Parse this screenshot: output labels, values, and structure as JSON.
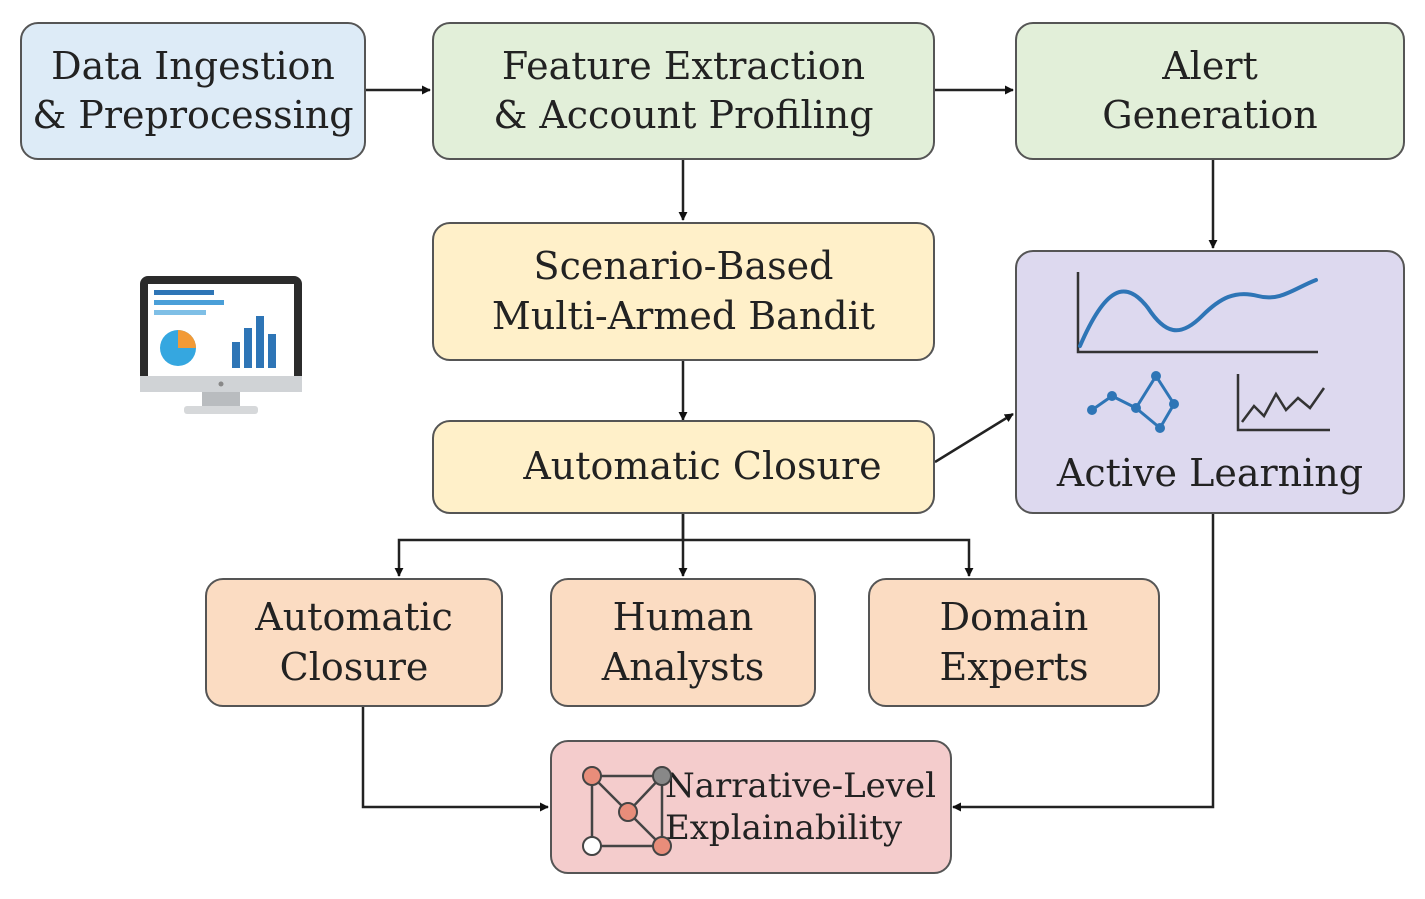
{
  "nodes": {
    "data_ingestion": "Data Ingestion\n& Preprocessing",
    "feature_extraction": "Feature Extraction\n& Account Profiling",
    "alert_generation": "Alert\nGeneration",
    "bandit": "Scenario-Based\nMulti-Armed Bandit",
    "auto_closure_main": "Automatic Closure",
    "active_learning": "Active Learning",
    "auto_closure_branch": "Automatic\nClosure",
    "human_analysts": "Human\nAnalysts",
    "domain_experts": "Domain\nExperts",
    "explainability": "Narrative-Level\nExplainability"
  },
  "icons": {
    "monitor": "monitor-dashboard-icon",
    "line_chart": "line-chart-icon",
    "network": "network-graph-icon",
    "small_chart": "small-line-chart-icon",
    "graph": "node-graph-icon"
  },
  "colors": {
    "blue": "#ddebf7",
    "green": "#e2efd9",
    "yellow": "#fff0c9",
    "orange": "#fbdcc2",
    "purple": "#ddd9ef",
    "pink": "#f4cccc",
    "accent_blue": "#2e75b6"
  }
}
